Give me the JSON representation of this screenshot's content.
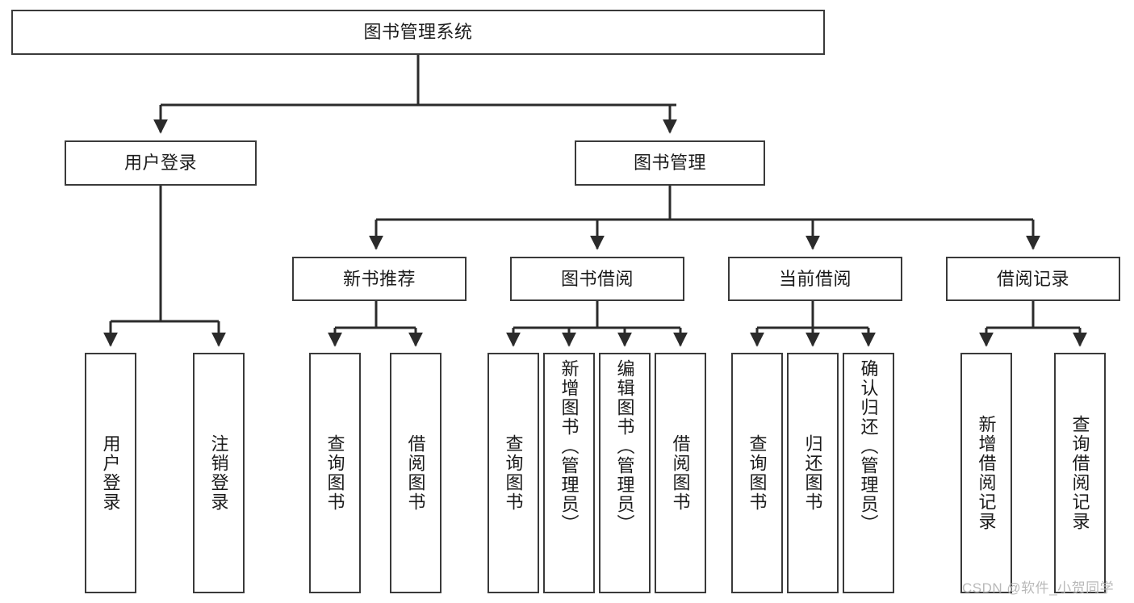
{
  "diagram": {
    "type": "tree",
    "title": "图书管理系统",
    "watermark": "CSDN @软件_小贺同学",
    "colors": {
      "box_border": "#3a3a3a",
      "box_fill": "#ffffff",
      "connector": "#2b2b2b",
      "text": "#1b1b1b",
      "watermark": "#b9b9b9"
    },
    "nodes": {
      "root": {
        "label": "图书管理系统"
      },
      "level1": [
        {
          "label": "用户登录"
        },
        {
          "label": "图书管理"
        }
      ],
      "level2": [
        {
          "label": "新书推荐"
        },
        {
          "label": "图书借阅"
        },
        {
          "label": "当前借阅"
        },
        {
          "label": "借阅记录"
        }
      ],
      "leaves": {
        "user_login": [
          {
            "label": "用户登录"
          },
          {
            "label": "注销登录"
          }
        ],
        "new_book": [
          {
            "label": "查询图书"
          },
          {
            "label": "借阅图书"
          }
        ],
        "book_borrow": [
          {
            "label": "查询图书"
          },
          {
            "label": "新增图书（管理员）"
          },
          {
            "label": "编辑图书（管理员）"
          },
          {
            "label": "借阅图书"
          }
        ],
        "current_borrow": [
          {
            "label": "查询图书"
          },
          {
            "label": "归还图书"
          },
          {
            "label": "确认归还（管理员）"
          }
        ],
        "borrow_record": [
          {
            "label": "新增借阅记录"
          },
          {
            "label": "查询借阅记录"
          }
        ]
      }
    }
  }
}
